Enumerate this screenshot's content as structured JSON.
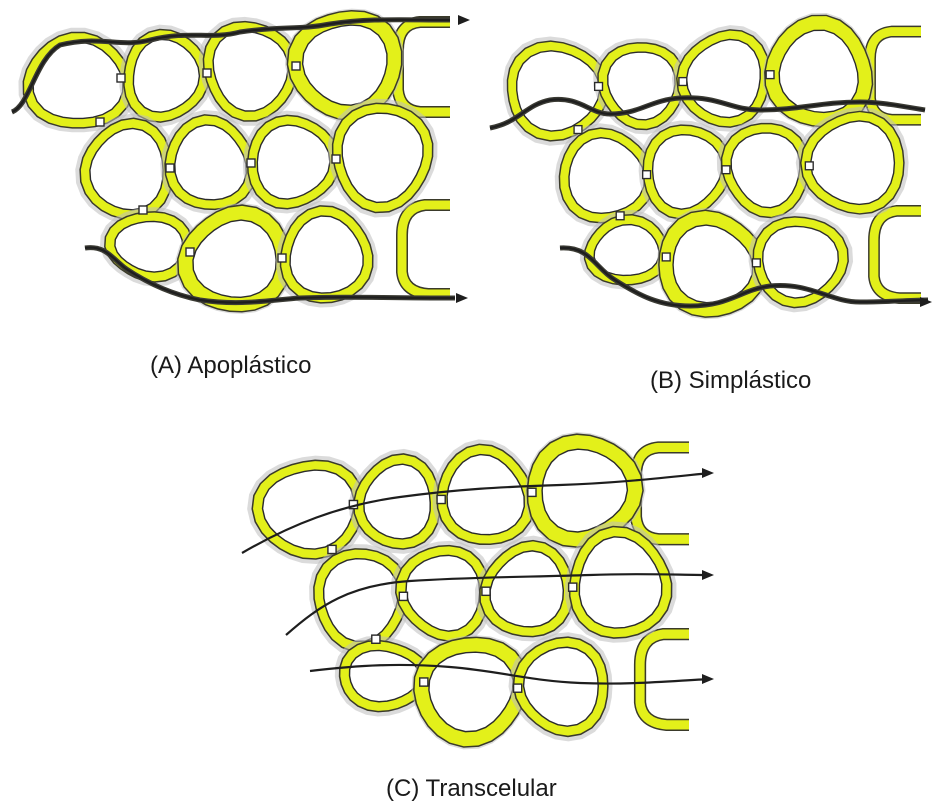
{
  "captions": {
    "a": "(A) Apoplástico",
    "b": "(B) Simplástico",
    "c": "(C) Transcelular"
  },
  "colors": {
    "cell_wall": "#e3f01a",
    "membrane_outline": "#2b2b2b",
    "pathway_highlight": "#3b3b34",
    "flow_arrow": "#1e1e1e",
    "background": "#ffffff"
  }
}
